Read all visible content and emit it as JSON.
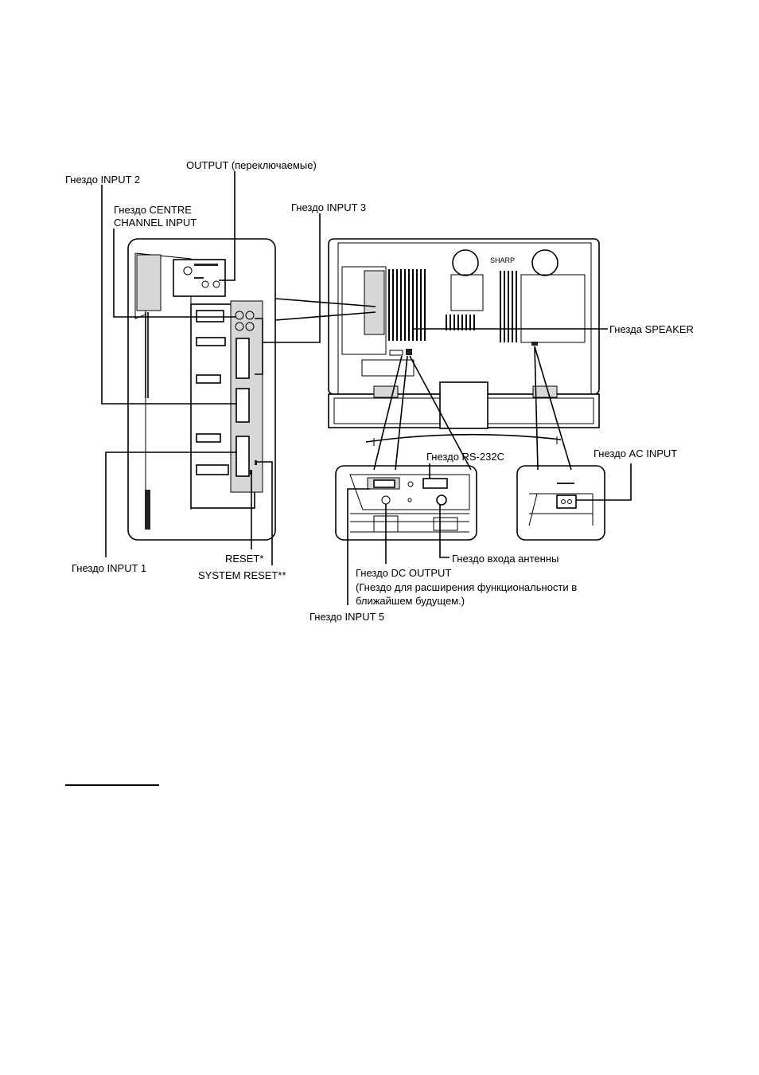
{
  "labels": {
    "output": "OUTPUT (переключаемые)",
    "input2": "Гнездо INPUT 2",
    "centre_line1": "Гнездо CENTRE",
    "centre_line2": "CHANNEL INPUT",
    "input3": "Гнездо INPUT 3",
    "speaker": "Гнезда SPEAKER",
    "rs232c": "Гнездо RS-232C",
    "ac_input": "Гнездо AC INPUT",
    "reset": "RESET*",
    "system_reset": "SYSTEM RESET**",
    "input1": "Гнездо INPUT 1",
    "antenna": "Гнездо входа антенны",
    "dc_line1": "Гнездо DC OUTPUT",
    "dc_line2": "(Гнездо для расширения функциональности в",
    "dc_line3": "ближайшем будущем.)",
    "input5": "Гнездо INPUT 5"
  },
  "brand": "SHARP",
  "colors": {
    "ink": "#000000",
    "paper": "#ffffff",
    "shade": "#d8d8d8"
  }
}
